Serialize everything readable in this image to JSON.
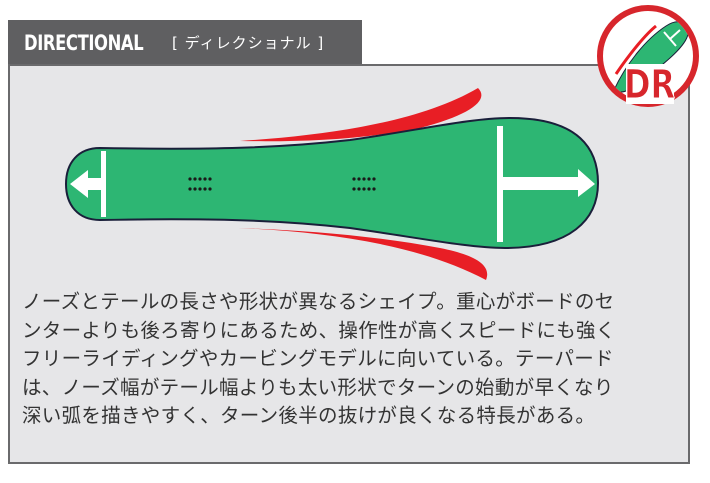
{
  "header": {
    "title": "DIRECTIONAL",
    "subtitle": "[ ディレクショナル ]"
  },
  "badge": {
    "label": "DR",
    "ring_color": "#d7262c",
    "board_color": "#2db673"
  },
  "diagram": {
    "board_color": "#2db673",
    "outline_color": "#1a1f3a",
    "camber_color": "#e81e25",
    "arrow_color": "#ffffff",
    "insert_rows": 2,
    "insert_cols": 5,
    "description": "Directional snowboard top view: wider nose on right, narrower tail on left, red sidecut curves above and below, white arrows indicating nose and tail"
  },
  "description": {
    "lines": [
      "ノーズとテールの長さや形状が異なるシェイプ。重心がボードのセ",
      "ンターよりも後ろ寄りにあるため、操作性が高くスピードにも強く",
      "フリーライディングやカービングモデルに向いている。テーパード",
      "は、ノーズ幅がテール幅よりも太い形状でターンの始動が早くなり",
      "深い弧を描きやすく、ターン後半の抜けが良くなる特長がある。"
    ]
  },
  "colors": {
    "tab_bg": "#5f5f61",
    "panel_bg": "#e6e6e8",
    "panel_border": "#6a6a6c",
    "text": "#333333"
  }
}
